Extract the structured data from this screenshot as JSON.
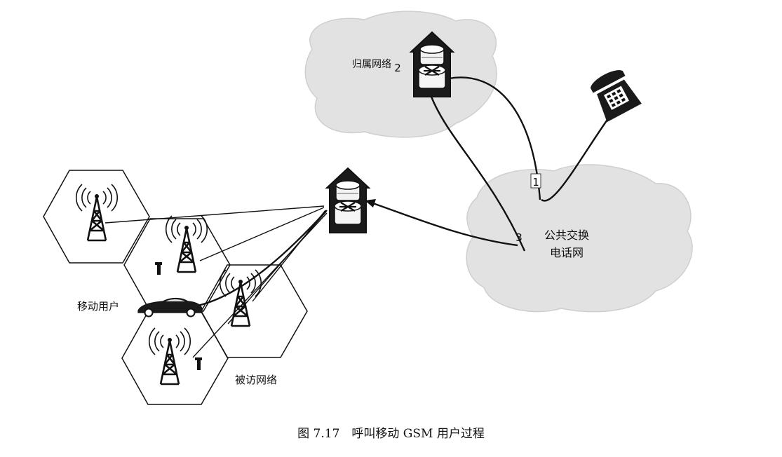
{
  "labels": {
    "home_network": "归属网络",
    "pstn_line1": "公共交换",
    "pstn_line2": "电话网",
    "mobile_user": "移动用户",
    "visited_network": "被访网络"
  },
  "steps": {
    "step1": "1",
    "step2": "2",
    "step3": "3"
  },
  "caption": "图 7.17　呼叫移动 GSM 用户过程",
  "colors": {
    "ink": "#111111",
    "cloud_fill": "#e2e2e2",
    "cloud_stroke": "#c9c9c9"
  },
  "icons": {
    "phone": "telephone-icon",
    "car": "car-icon",
    "tower": "cell-tower-icon",
    "switch": "msc-switch-icon"
  }
}
